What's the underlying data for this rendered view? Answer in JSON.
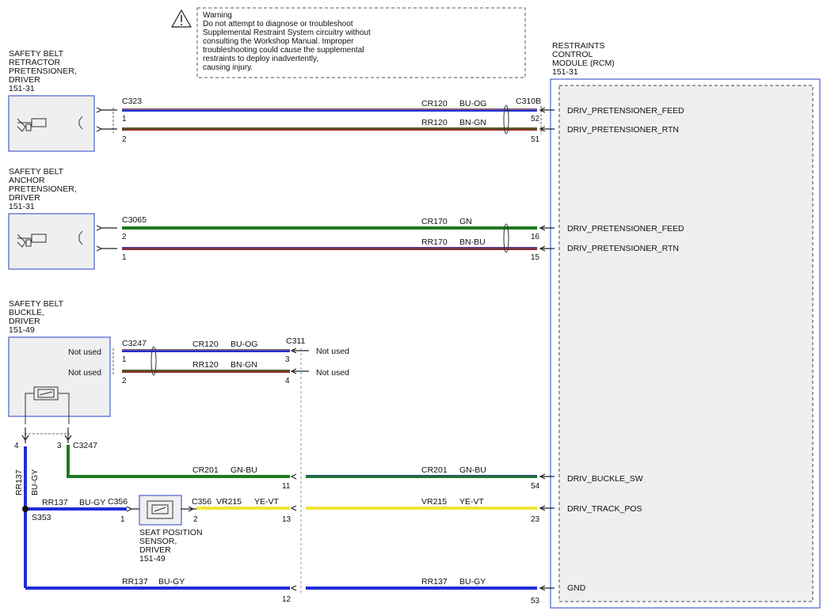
{
  "warning": {
    "title": "Warning",
    "lines": [
      "Do not attempt to diagnose or troubleshoot",
      "Supplemental Restraint System circuitry without",
      "consulting the Workshop Manual. Improper",
      "troubleshooting could cause the supplemental",
      "restraints to deploy inadvertently,",
      "causing injury."
    ]
  },
  "components": {
    "retractor": [
      "SAFETY BELT",
      "RETRACTOR",
      "PRETENSIONER,",
      "DRIVER",
      "151-31"
    ],
    "anchor": [
      "SAFETY BELT",
      "ANCHOR",
      "PRETENSIONER,",
      "DRIVER",
      "151-31"
    ],
    "buckle": [
      "SAFETY BELT",
      "BUCKLE,",
      "DRIVER",
      "151-49"
    ],
    "seat_sensor": [
      "SEAT POSITION",
      "SENSOR,",
      "DRIVER",
      "151-49"
    ],
    "rcm": [
      "RESTRAINTS",
      "CONTROL",
      "MODULE (RCM)",
      "151-31"
    ]
  },
  "connectors": {
    "c323": "C323",
    "c310b": "C310B",
    "c3065": "C3065",
    "c3247_top": "C3247",
    "c3247_bottom": "C3247",
    "c311": "C311",
    "c356_left": "C356",
    "c356_right": "C356",
    "s353": "S353"
  },
  "not_used": "Not used",
  "pins": {
    "c323_1": "1",
    "c323_2": "2",
    "c310b_52": "52",
    "c310b_51": "51",
    "c3065_2": "2",
    "c3065_1": "1",
    "rcm_16": "16",
    "rcm_15": "15",
    "c3247_1": "1",
    "c3247_2": "2",
    "c311_3": "3",
    "c311_4": "4",
    "c3247_4": "4",
    "c3247_3": "3",
    "c311_11": "11",
    "rcm_54": "54",
    "c356_1": "1",
    "c356_2": "2",
    "c311_13": "13",
    "rcm_23": "23",
    "c311_12": "12",
    "rcm_53": "53"
  },
  "wires": {
    "w1": {
      "circuit": "CR120",
      "color": "BU-OG"
    },
    "w2": {
      "circuit": "RR120",
      "color": "BN-GN"
    },
    "w3": {
      "circuit": "CR170",
      "color": "GN"
    },
    "w4": {
      "circuit": "RR170",
      "color": "BN-BU"
    },
    "w5": {
      "circuit": "CR120",
      "color": "BU-OG"
    },
    "w6": {
      "circuit": "RR120",
      "color": "BN-GN"
    },
    "w7a": {
      "circuit": "CR201",
      "color": "GN-BU"
    },
    "w7b": {
      "circuit": "CR201",
      "color": "GN-BU"
    },
    "w8": {
      "circuit": "RR137",
      "color": "BU-GY"
    },
    "w8v_circuit": "RR137",
    "w8v_color": "BU-GY",
    "w9a": {
      "circuit": "VR215",
      "color": "YE-VT"
    },
    "w9b": {
      "circuit": "VR215",
      "color": "YE-VT"
    },
    "w10a": {
      "circuit": "RR137",
      "color": "BU-GY"
    },
    "w10b": {
      "circuit": "RR137",
      "color": "BU-GY"
    }
  },
  "signals": {
    "s1": "DRIV_PRETENSIONER_FEED",
    "s2": "DRIV_PRETENSIONER_RTN",
    "s3": "DRIV_PRETENSIONER_FEED",
    "s4": "DRIV_PRETENSIONER_RTN",
    "s5": "DRIV_BUCKLE_SW",
    "s6": "DRIV_TRACK_POS",
    "s7": "GND"
  },
  "colors": {
    "blue": "#1f2fd6",
    "brown": "#8b2f2a",
    "green": "#1f7a1f",
    "yellow": "#f2e43a",
    "frame": "#4a5fcf",
    "frame_fill": "#efefef"
  }
}
